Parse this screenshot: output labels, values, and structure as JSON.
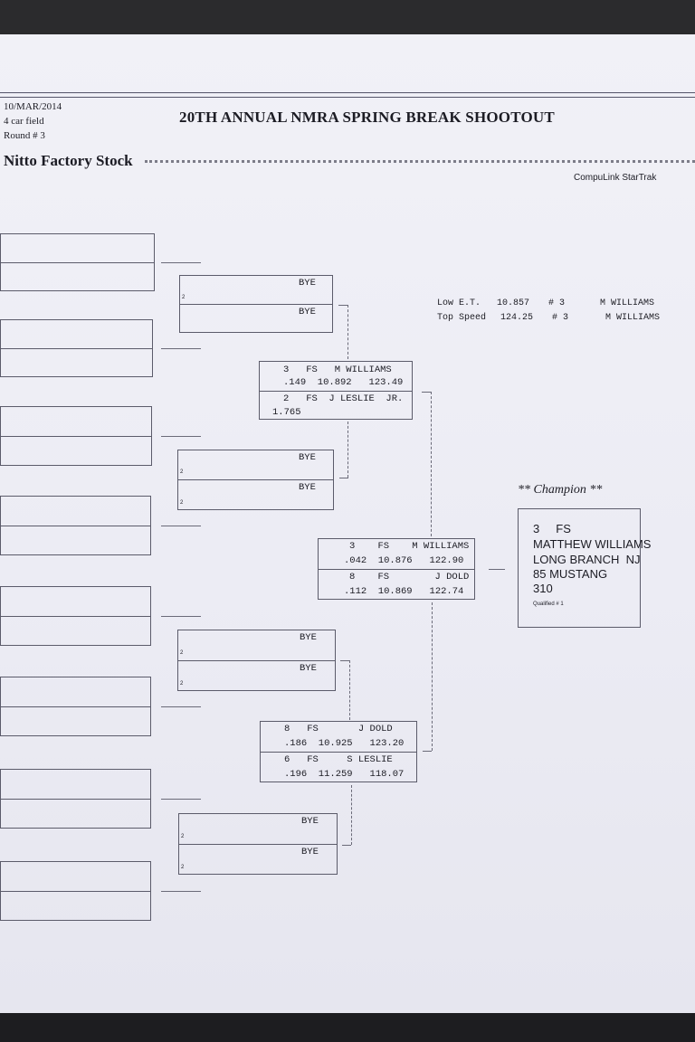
{
  "header": {
    "date": "10/MAR/2014",
    "field": "4 car field",
    "round": "Round # 3",
    "title": "20TH ANNUAL NMRA SPRING BREAK SHOOTOUT",
    "class_name": "Nitto Factory Stock",
    "vendor": "CompuLink StarTrak"
  },
  "stats": {
    "low_et": {
      "label": "Low  E.T.",
      "value": "10.857",
      "num": "# 3",
      "name": "M WILLIAMS"
    },
    "top_speed": {
      "label": "Top Speed",
      "value": "124.25",
      "num": "# 3",
      "name": "M WILLIAMS"
    }
  },
  "round2": [
    {
      "top": "BYE",
      "bottom": "BYE",
      "seed": "2"
    },
    {
      "top": "BYE",
      "bottom": "BYE",
      "seed": "2"
    },
    {
      "top": "BYE",
      "bottom": "BYE",
      "seed": "2"
    },
    {
      "top": "BYE",
      "bottom": "BYE",
      "seed": "2"
    }
  ],
  "round3": [
    {
      "top_line1": "3   FS   M WILLIAMS",
      "top_line2": ".149  10.892   123.49",
      "bot_line1": "2   FS  J LESLIE  JR.",
      "bot_line2": "1.765"
    },
    {
      "top_line1": "8   FS       J DOLD",
      "top_line2": ".186  10.925   123.20",
      "bot_line1": "6   FS     S LESLIE",
      "bot_line2": ".196  11.259   118.07"
    }
  ],
  "final": {
    "top_line1": "3    FS    M WILLIAMS",
    "top_line2": ".042  10.876   122.90",
    "bot_line1": "8    FS        J DOLD",
    "bot_line2": ".112  10.869   122.74"
  },
  "champion": {
    "heading": "** Champion **",
    "line1": "3     FS",
    "line2": "MATTHEW WILLIAMS",
    "line3": "LONG BRANCH  NJ",
    "line4": "85 MUSTANG",
    "line5": "310",
    "qualified": "Qualified # 1"
  }
}
